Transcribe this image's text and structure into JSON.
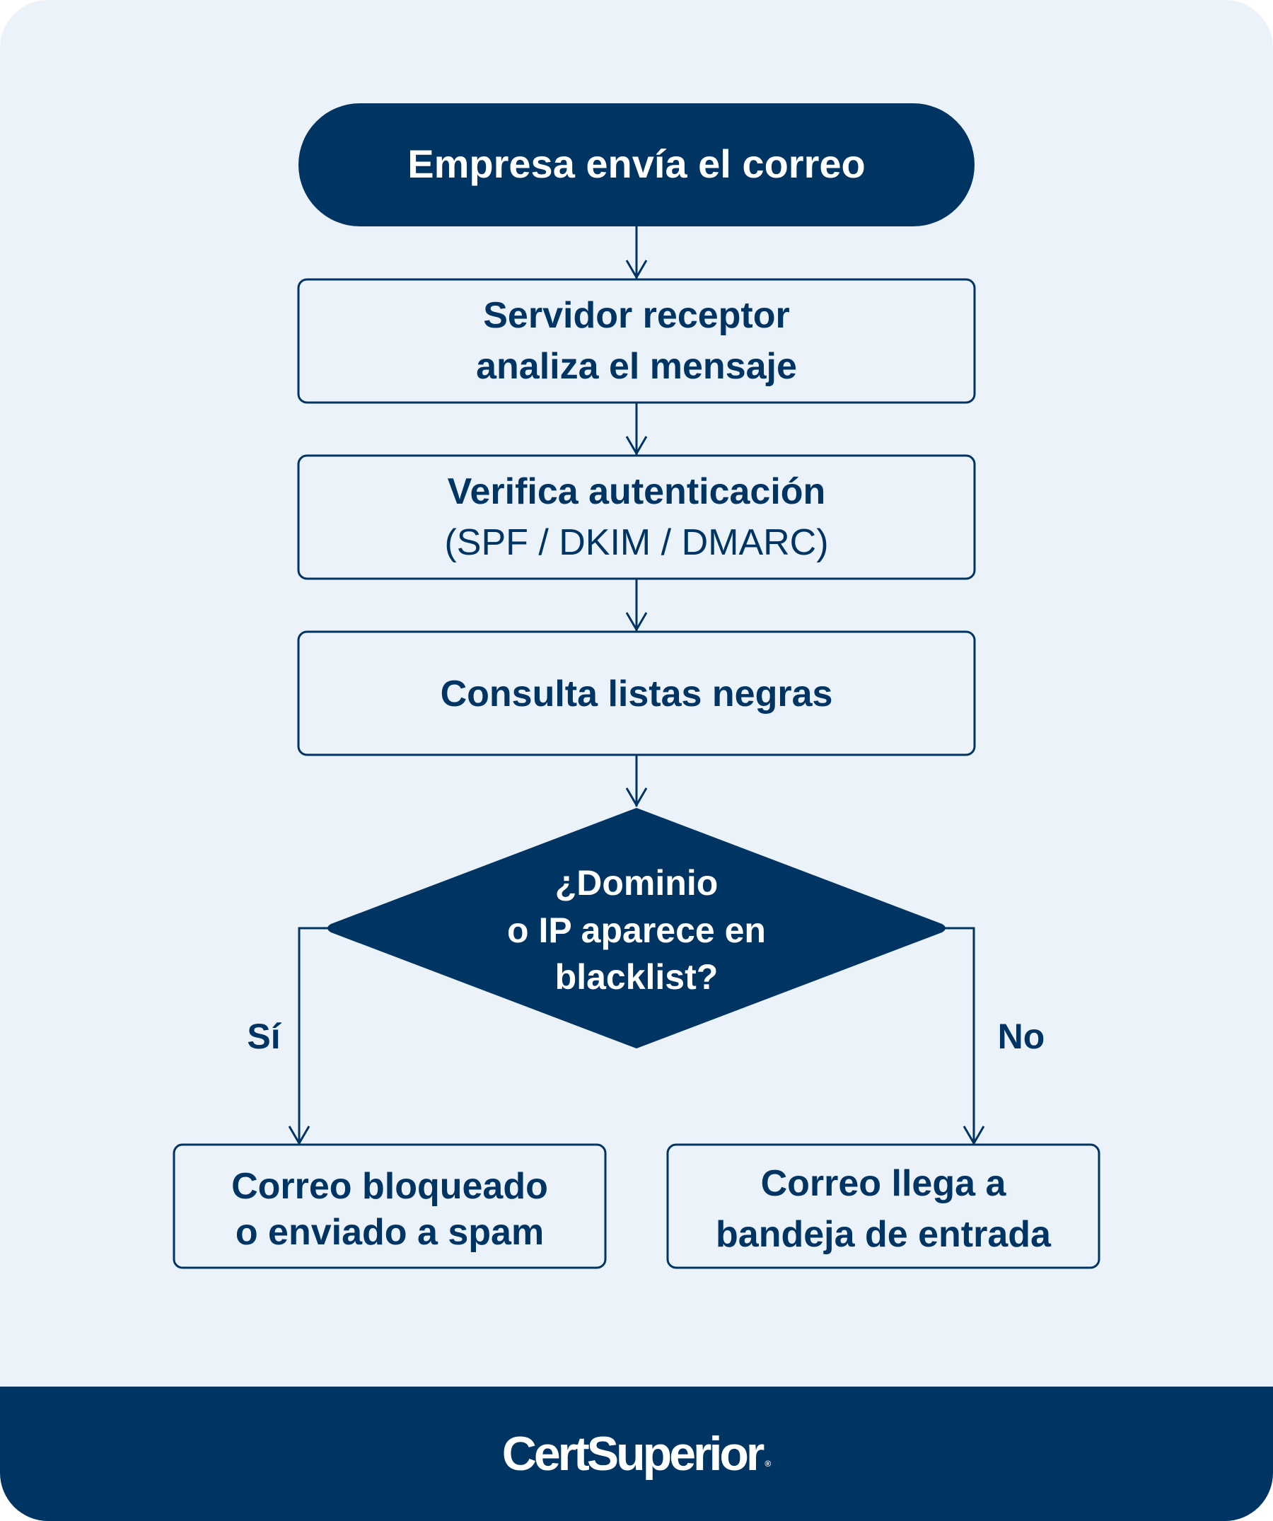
{
  "colors": {
    "background": "#ebf2fa",
    "navy": "#003463",
    "white": "#ffffff"
  },
  "diagram": {
    "start": {
      "label": "Empresa envía el correo"
    },
    "step_receive": {
      "line1": "Servidor receptor",
      "line2": "analiza el mensaje"
    },
    "step_auth": {
      "line1": "Verifica autenticación",
      "line2": "(SPF / DKIM / DMARC)"
    },
    "step_blacklist": {
      "label": "Consulta listas negras"
    },
    "decision": {
      "line1": "¿Dominio",
      "line2": "o IP aparece en",
      "line3": "blacklist?"
    },
    "branch_yes": {
      "label": "Sí"
    },
    "branch_no": {
      "label": "No"
    },
    "outcome_blocked": {
      "line1": "Correo bloqueado",
      "line2": "o enviado a spam"
    },
    "outcome_inbox": {
      "line1": "Correo llega a",
      "line2": "bandeja de entrada"
    }
  },
  "footer": {
    "brand": "CertSuperior",
    "brand_mark": "®"
  }
}
